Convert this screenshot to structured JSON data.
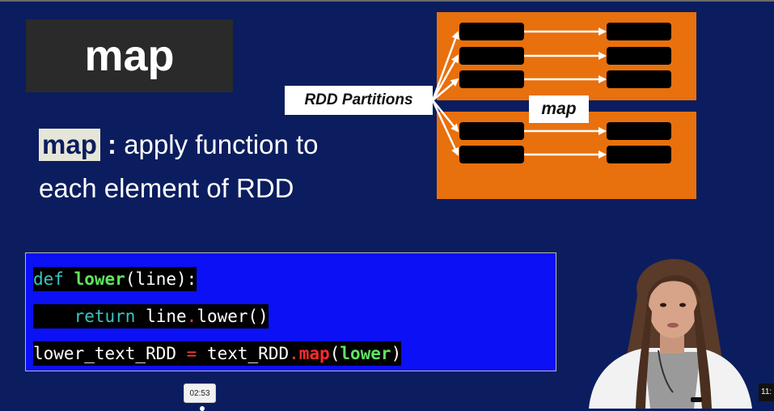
{
  "slide": {
    "title": "map",
    "desc_keyword": "map",
    "desc_colon": " :",
    "desc_line1_rest": " apply function to",
    "desc_line2": "each element of RDD"
  },
  "diagram": {
    "rdd_partitions_label": "RDD Partitions",
    "map_label": "map",
    "colors": {
      "orange": "#e8700d",
      "block": "#000000",
      "arrow": "#ffffff"
    }
  },
  "code": {
    "line1": {
      "kw": "def",
      "name": "lower",
      "rest": "(line):"
    },
    "line2": {
      "indent": "    ",
      "kw": "return",
      "mid": " line",
      "dot": ".",
      "call": "lower()"
    },
    "line3": {
      "lhs": "lower_text_RDD ",
      "eq": "=",
      "mid": " text_RDD",
      "dot": ".",
      "map": "map",
      "open": "(",
      "arg": "lower",
      "close": ")"
    }
  },
  "video": {
    "hover_time": "02:53",
    "time_right": "11:"
  },
  "colors": {
    "background": "#0b1d5e",
    "code_bg": "#0b10f5",
    "title_bg": "#2a2a2a"
  }
}
